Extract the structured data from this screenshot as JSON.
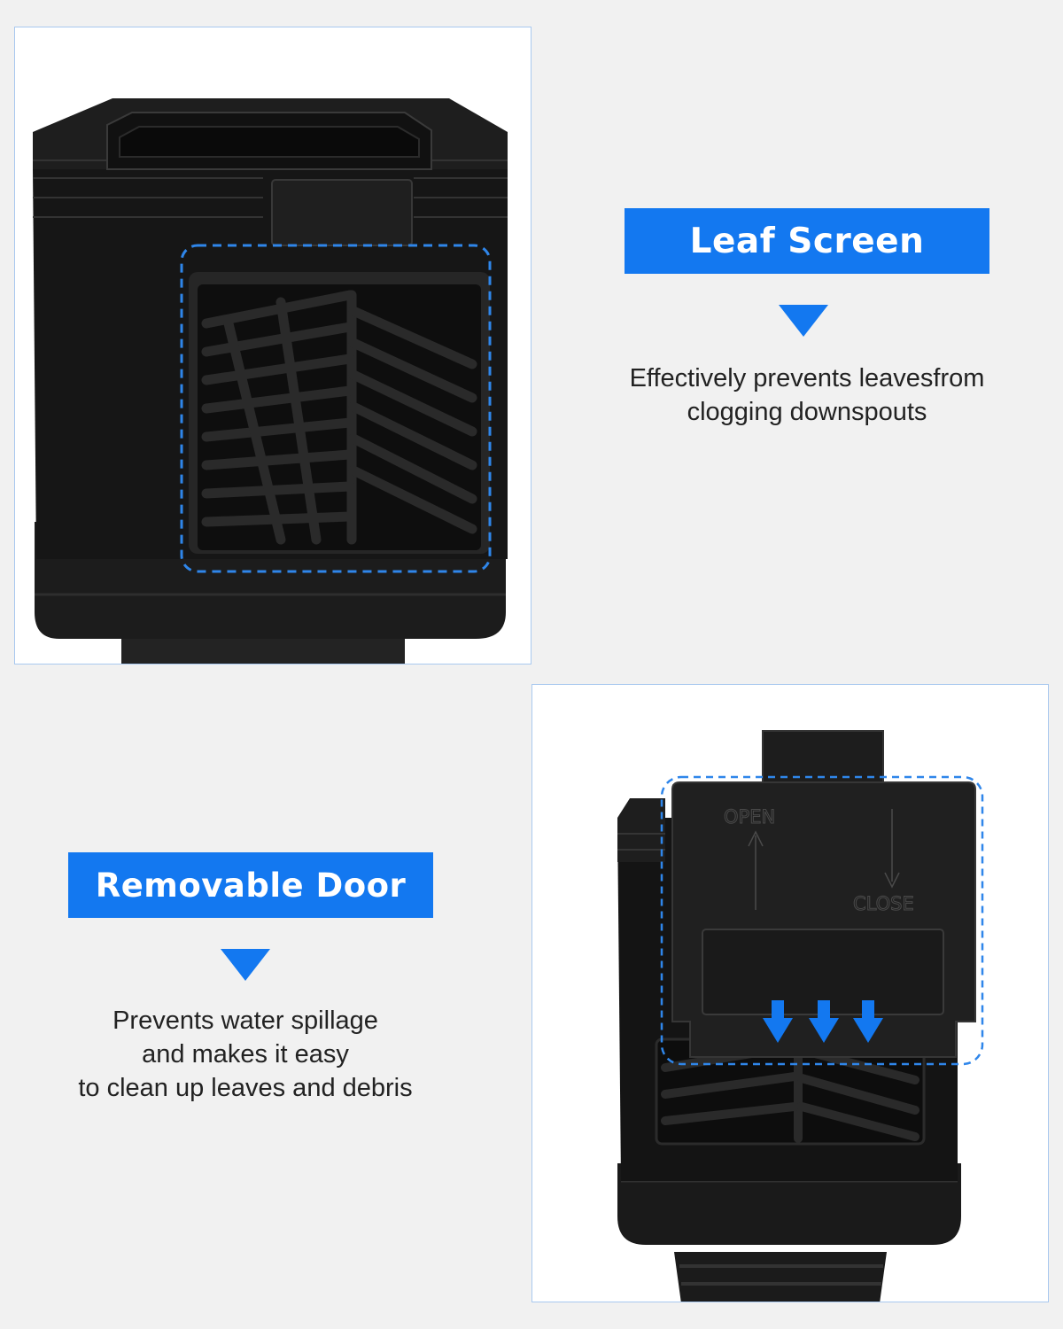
{
  "features": [
    {
      "title": "Leaf Screen",
      "description": "Effectively prevents leavesfrom\nclogging downspouts"
    },
    {
      "title": "Removable Door",
      "description": "Prevents water spillage\nand makes it easy\nto clean up leaves and debris"
    }
  ],
  "door_markings": {
    "open": "OPEN",
    "close": "CLOSE"
  },
  "colors": {
    "accent": "#1378f0",
    "product": "#1a1a1a",
    "background": "#f1f1f1"
  }
}
